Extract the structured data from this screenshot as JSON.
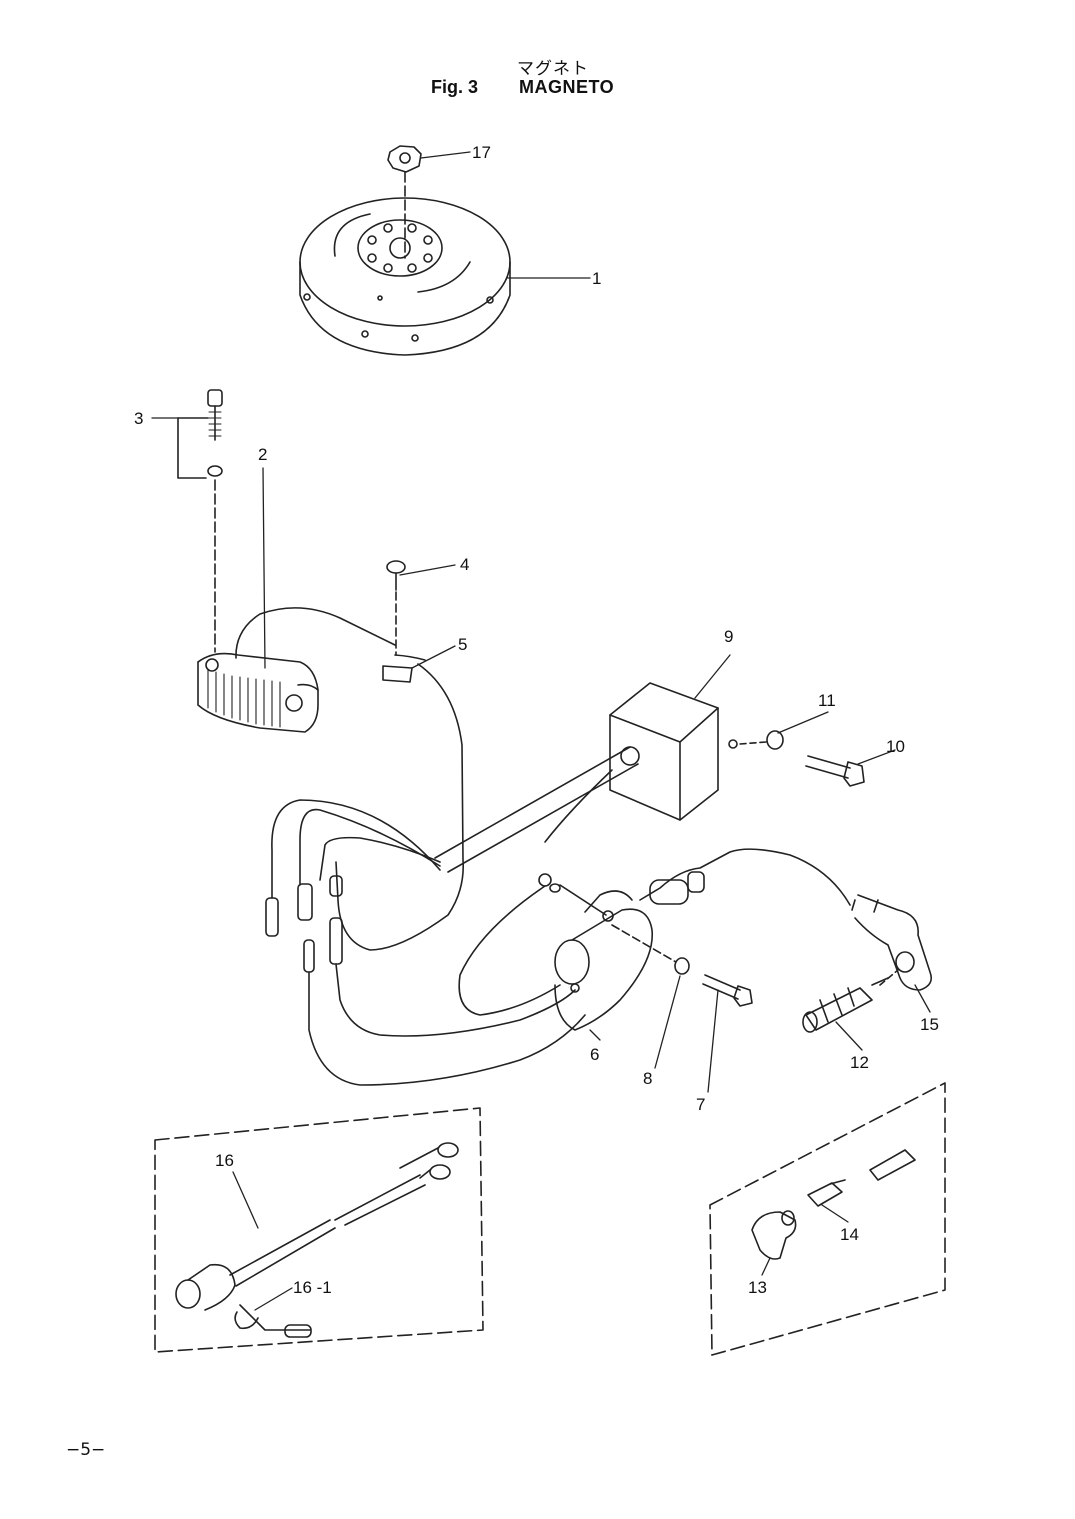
{
  "title": {
    "japanese": "マグネト",
    "figure": "Fig. 3",
    "name": "MAGNETO"
  },
  "callouts": [
    "1",
    "2",
    "3",
    "4",
    "5",
    "6",
    "7",
    "8",
    "9",
    "10",
    "11",
    "12",
    "13",
    "14",
    "15",
    "16",
    "16 -1",
    "17"
  ],
  "page_number": "−5−"
}
